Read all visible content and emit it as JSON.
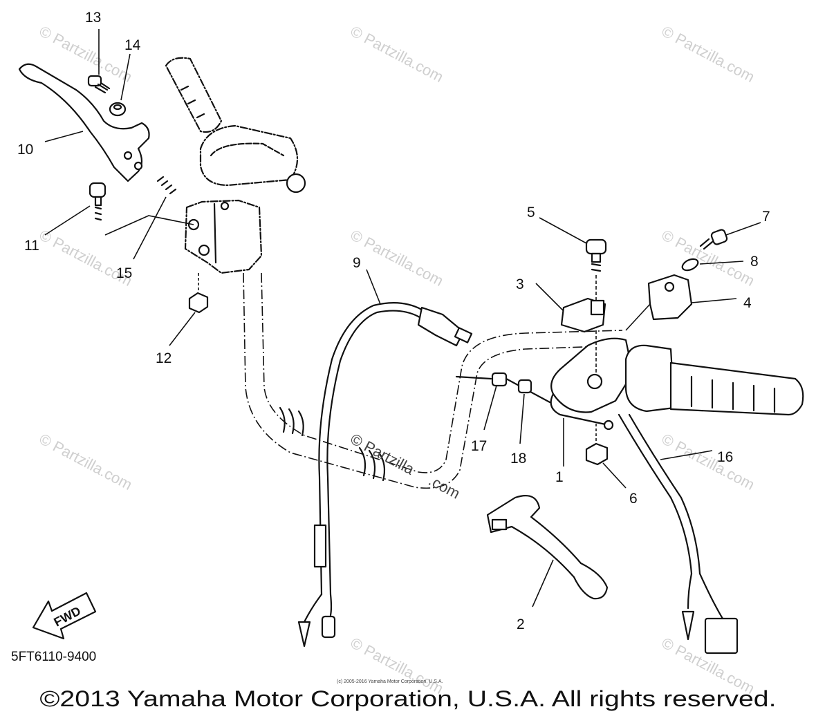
{
  "diagram": {
    "callouts": [
      "1",
      "2",
      "3",
      "4",
      "5",
      "6",
      "7",
      "8",
      "9",
      "10",
      "11",
      "12",
      "13",
      "14",
      "15",
      "16",
      "17",
      "18"
    ],
    "part_code": "5FT6110-9400",
    "direction_label": "FWD",
    "watermark": "© Partzilla.com",
    "center_watermark_line1": "© Partzilla",
    "center_watermark_line2": ".com",
    "fine_print": "(c) 2005-2016 Yamaha Motor Corporation, U.S.A.",
    "copyright": "©2013 Yamaha Motor Corporation, U.S.A. All rights reserved."
  }
}
